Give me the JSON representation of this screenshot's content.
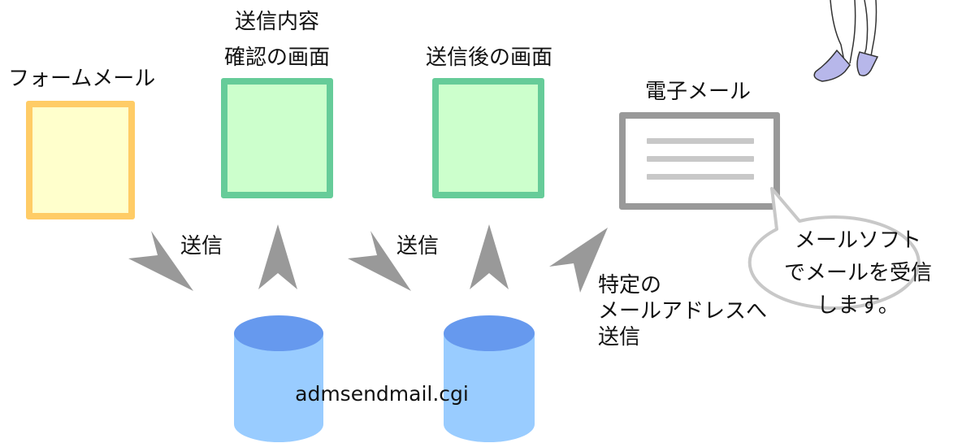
{
  "labels": {
    "form_mail": "フォームメール",
    "confirm_screen_line1": "送信内容",
    "confirm_screen_line2": "確認の画面",
    "after_send_screen": "送信後の画面",
    "email": "電子メール",
    "send_1": "送信",
    "send_2": "送信",
    "specific_address_line1": "特定の",
    "specific_address_line2": "メールアドレスへ",
    "specific_address_line3": "送信",
    "cgi_name": "admsendmail.cgi"
  },
  "speech_bubble": {
    "line1": "メールソフト",
    "line2": "でメールを受信",
    "line3": "します。"
  },
  "colors": {
    "form_fill": "#ffffcc",
    "form_border": "#ffcc66",
    "screen_fill": "#ccffcc",
    "screen_border": "#66cc99",
    "email_border": "#999999",
    "arrow": "#999999",
    "cylinder_body": "#99ccff",
    "cylinder_top": "#6699ee",
    "bubble_border": "#c8c8c8"
  }
}
